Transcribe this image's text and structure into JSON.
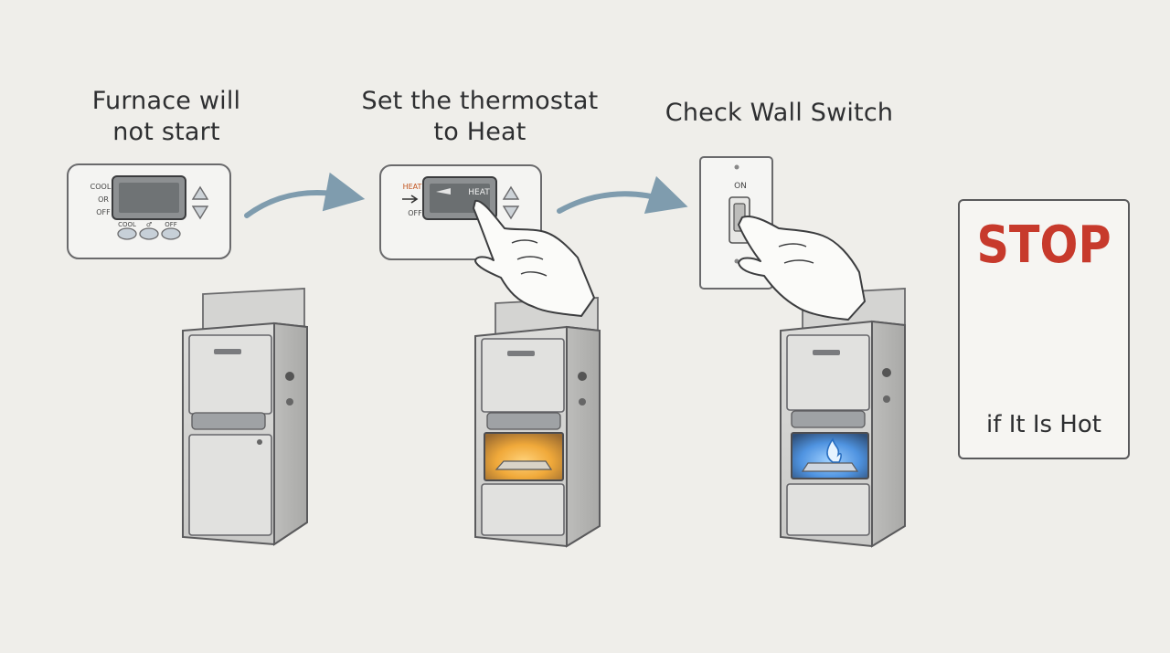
{
  "steps": [
    {
      "title_line1": "Furnace will",
      "title_line2": "not start",
      "thermostat": {
        "side_labels": [
          "COOL",
          "OR",
          "OFF"
        ],
        "bottom_labels": [
          "COOL",
          "♂",
          "OFF"
        ]
      },
      "furnace_state": "off"
    },
    {
      "title_line1": "Set the thermostat",
      "title_line2": "to Heat",
      "thermostat": {
        "side_labels": [
          "HEAT",
          "OFF"
        ],
        "screen_label": "HEAT"
      },
      "furnace_state": "glowing"
    },
    {
      "title_line1": "Check Wall Switch",
      "switch_label": "ON",
      "furnace_state": "flame"
    }
  ],
  "warning": {
    "headline": "STOP",
    "caption": "if It Is Hot"
  },
  "icons": [
    "thermostat-icon",
    "arrow-right-icon",
    "hand-icon",
    "light-switch-icon",
    "furnace-icon",
    "flame-icon",
    "hot-surface-icon"
  ],
  "colors": {
    "background": "#efeeea",
    "stop_red": "#c73a2c",
    "glow_orange": "#f0a93a",
    "flame_blue": "#4f93e0",
    "arrow_blue": "#7f9cae"
  }
}
